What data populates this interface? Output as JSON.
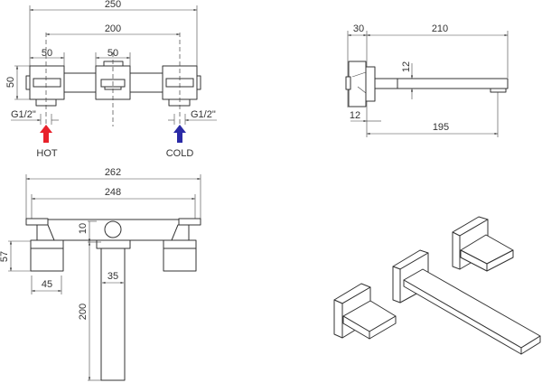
{
  "front_view": {
    "dim_overall": "250",
    "dim_centers": "200",
    "dim_handle_width": "50",
    "dim_spout_width": "50",
    "dim_height": "50",
    "thread_left": "G1/2\"",
    "thread_right": "G1/2\"",
    "hot_label": "HOT",
    "cold_label": "COLD",
    "hot_color": "#e8202a",
    "cold_color": "#2a2aa6"
  },
  "side_view": {
    "dim_plate": "30",
    "dim_spout_length": "210",
    "dim_spout_height": "12",
    "dim_plate_offset": "12",
    "dim_outlet": "195"
  },
  "top_view": {
    "dim_overall": "262",
    "dim_inner": "248",
    "dim_offset": "10",
    "dim_block_height": "57",
    "dim_block_width": "45",
    "dim_spout_width": "35",
    "dim_spout_length": "200"
  }
}
